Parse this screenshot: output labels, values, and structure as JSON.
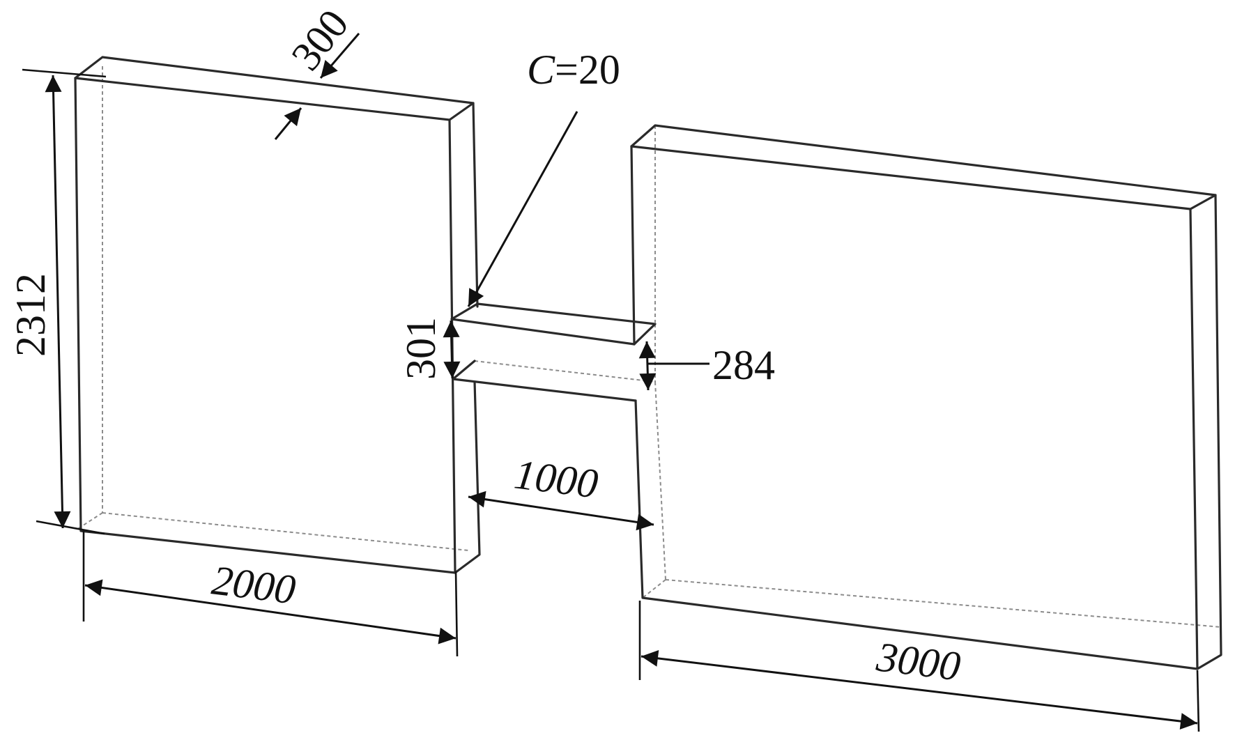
{
  "dimensions": {
    "wall_thickness": "300",
    "chamfer_label": "C",
    "chamfer_value": "=20",
    "wall_height": "2312",
    "opening_top": "301",
    "opening_right": "284",
    "coupling_span": "1000",
    "left_wall_width": "2000",
    "right_wall_width": "3000"
  }
}
